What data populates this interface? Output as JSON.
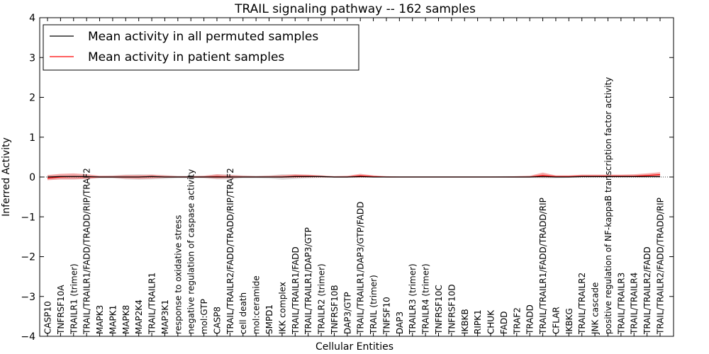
{
  "chart_data": {
    "type": "line",
    "title": "TRAIL signaling pathway -- 162 samples",
    "xlabel": "Cellular Entities",
    "ylabel": "Inferred Activity",
    "ylim": [
      -4,
      4
    ],
    "yticks": [
      -4,
      -3,
      -2,
      -1,
      0,
      1,
      2,
      3,
      4
    ],
    "grid": false,
    "legend_position": "top-left",
    "categories": [
      "CASP10",
      "TNFRSF10A",
      "TRAILR1 (trimer)",
      "TRAIL/TRAILR1/FADD/TRADD/RIP/TRAF2",
      "MAPK3",
      "MAPK1",
      "MAPK8",
      "MAP2K4",
      "TRAIL/TRAILR1",
      "MAP3K1",
      "response to oxidative stress",
      "negative regulation of caspase activity",
      "mol:GTP",
      "CASP8",
      "TRAIL/TRAILR2/FADD/TRADD/RIP/TRAF2",
      "cell death",
      "mol:ceramide",
      "SMPD1",
      "IKK complex",
      "TRAIL/TRAILR1/FADD",
      "TRAIL/TRAILR1/DAP3/GTP",
      "TRAILR2 (trimer)",
      "TNFRSF10B",
      "DAP3/GTP",
      "TRAIL/TRAILR1/DAP3/GTP/FADD",
      "TRAIL (trimer)",
      "TNFSF10",
      "DAP3",
      "TRAILR3 (trimer)",
      "TRAILR4 (trimer)",
      "TNFRSF10C",
      "TNFRSF10D",
      "IKBKB",
      "RIPK1",
      "CHUK",
      "FADD",
      "TRAF2",
      "TRADD",
      "TRAIL/TRAILR1/FADD/TRADD/RIP",
      "CFLAR",
      "IKBKG",
      "TRAIL/TRAILR2",
      "JNK cascade",
      "positive regulation of NF-kappaB transcription factor activity",
      "TRAIL/TRAILR3",
      "TRAIL/TRAILR4",
      "TRAIL/TRAILR2/FADD",
      "TRAIL/TRAILR2/FADD/TRADD/RIP"
    ],
    "series": [
      {
        "name": "Mean activity in all permuted samples",
        "color": "#000000",
        "values": [
          0,
          0.01,
          0.01,
          0.01,
          0,
          0,
          0,
          0,
          0.01,
          0,
          0,
          0,
          0,
          0,
          0,
          0,
          0,
          0,
          0,
          0.01,
          0.01,
          0.01,
          0,
          0,
          0.01,
          0,
          0,
          0,
          0,
          0,
          0,
          0,
          0,
          0,
          0,
          0,
          0,
          0,
          0.01,
          0,
          0,
          0.01,
          0.01,
          0.01,
          0.01,
          0.01,
          0.01,
          0.01
        ],
        "band_lower": [
          -0.06,
          -0.06,
          -0.06,
          -0.05,
          -0.03,
          -0.03,
          -0.06,
          -0.07,
          -0.06,
          -0.05,
          -0.03,
          -0.03,
          -0.03,
          -0.06,
          -0.06,
          -0.03,
          -0.03,
          -0.04,
          -0.07,
          -0.05,
          -0.03,
          -0.02,
          -0.02,
          -0.02,
          -0.02,
          -0.01,
          -0.01,
          -0.01,
          -0.01,
          -0.01,
          -0.01,
          -0.01,
          -0.01,
          -0.01,
          -0.01,
          -0.01,
          -0.02,
          -0.02,
          -0.03,
          -0.03,
          -0.02,
          -0.02,
          -0.02,
          -0.02,
          -0.02,
          -0.02,
          -0.02,
          -0.02
        ],
        "band_upper": [
          0.05,
          0.05,
          0.06,
          0.05,
          0.03,
          0.04,
          0.06,
          0.07,
          0.06,
          0.05,
          0.03,
          0.03,
          0.03,
          0.07,
          0.06,
          0.04,
          0.03,
          0.04,
          0.07,
          0.06,
          0.04,
          0.03,
          0.02,
          0.02,
          0.03,
          0.02,
          0.01,
          0.01,
          0.01,
          0.01,
          0.01,
          0.01,
          0.01,
          0.01,
          0.01,
          0.02,
          0.02,
          0.03,
          0.04,
          0.03,
          0.03,
          0.03,
          0.03,
          0.03,
          0.03,
          0.03,
          0.03,
          0.04
        ]
      },
      {
        "name": "Mean activity in patient samples",
        "color": "#ff0000",
        "values": [
          -0.03,
          0,
          0.01,
          0,
          0,
          0,
          0,
          0,
          0.01,
          0,
          0,
          0,
          0,
          0.01,
          0,
          0,
          0,
          0,
          0,
          0.02,
          0.02,
          0.01,
          0,
          0,
          0.03,
          0.01,
          0,
          0,
          0,
          0,
          0,
          0,
          0,
          0,
          0,
          0,
          0,
          0,
          0.04,
          0.01,
          0.01,
          0.02,
          0.02,
          0.02,
          0.02,
          0.02,
          0.04,
          0.06
        ],
        "band_lower": [
          -0.08,
          -0.06,
          -0.06,
          -0.05,
          -0.02,
          -0.02,
          -0.04,
          -0.05,
          -0.04,
          -0.02,
          -0.01,
          -0.01,
          -0.02,
          -0.04,
          -0.03,
          -0.01,
          -0.01,
          -0.01,
          -0.02,
          -0.02,
          -0.01,
          -0.01,
          0,
          -0.01,
          -0.01,
          0,
          0,
          0,
          0,
          0,
          0,
          0,
          0,
          0,
          0,
          0,
          0,
          0,
          -0.01,
          0,
          0,
          0,
          0,
          0,
          0,
          0,
          0,
          0
        ],
        "band_upper": [
          0.05,
          0.08,
          0.09,
          0.07,
          0.03,
          0.03,
          0.05,
          0.05,
          0.06,
          0.04,
          0.02,
          0.02,
          0.03,
          0.07,
          0.05,
          0.03,
          0.02,
          0.03,
          0.05,
          0.07,
          0.06,
          0.04,
          0.02,
          0.03,
          0.08,
          0.04,
          0.02,
          0.01,
          0.01,
          0.01,
          0.01,
          0.01,
          0.01,
          0.01,
          0.01,
          0.01,
          0.02,
          0.03,
          0.11,
          0.04,
          0.04,
          0.06,
          0.06,
          0.06,
          0.06,
          0.07,
          0.09,
          0.12
        ]
      }
    ]
  }
}
